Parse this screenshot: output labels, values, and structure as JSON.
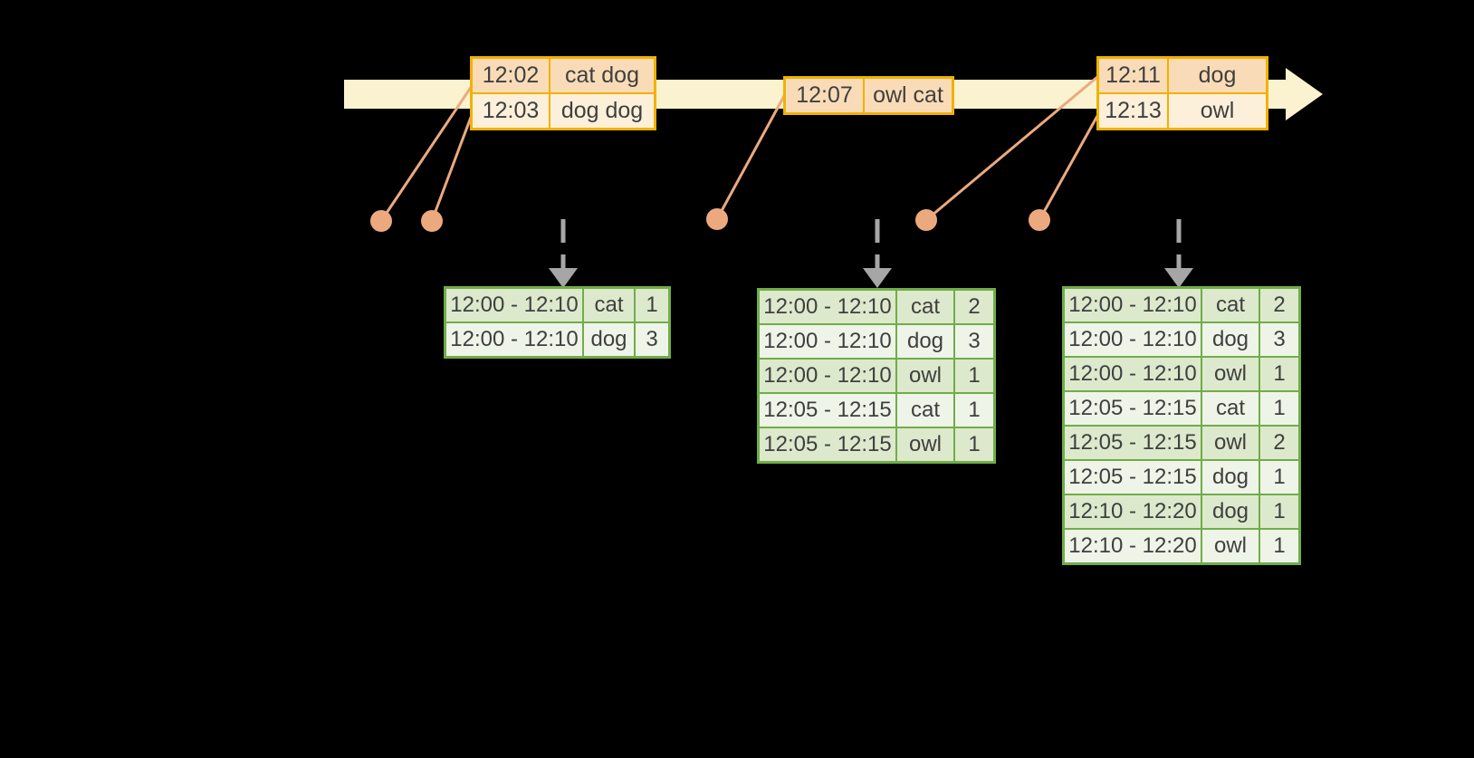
{
  "colors": {
    "gold": "#F2B100",
    "peach-dark": "#F9DCB7",
    "peach-light": "#FDF0DA",
    "band": "#FBF3D0",
    "connector": "#EDA97E",
    "green": "#70AD47",
    "green-dark": "#DCE9CC",
    "green-light": "#EFF4E9",
    "arrow-gray": "#A6A6A6",
    "text": "#3F3F3F",
    "background": "#000000"
  },
  "event_tables": [
    {
      "rows": [
        {
          "time": "12:02",
          "words": "cat dog",
          "fill": "dark"
        },
        {
          "time": "12:03",
          "words": "dog dog",
          "fill": "light"
        }
      ]
    },
    {
      "rows": [
        {
          "time": "12:07",
          "words": "owl cat",
          "fill": "dark"
        }
      ]
    },
    {
      "rows": [
        {
          "time": "12:11",
          "words": "dog",
          "fill": "dark"
        },
        {
          "time": "12:13",
          "words": "owl",
          "fill": "light"
        }
      ]
    }
  ],
  "result_tables": [
    {
      "rows": [
        {
          "window": "12:00 - 12:10",
          "word": "cat",
          "count": "1"
        },
        {
          "window": "12:00 - 12:10",
          "word": "dog",
          "count": "3"
        }
      ]
    },
    {
      "rows": [
        {
          "window": "12:00 - 12:10",
          "word": "cat",
          "count": "2"
        },
        {
          "window": "12:00 - 12:10",
          "word": "dog",
          "count": "3"
        },
        {
          "window": "12:00 - 12:10",
          "word": "owl",
          "count": "1"
        },
        {
          "window": "12:05 - 12:15",
          "word": "cat",
          "count": "1"
        },
        {
          "window": "12:05 - 12:15",
          "word": "owl",
          "count": "1"
        }
      ]
    },
    {
      "rows": [
        {
          "window": "12:00 - 12:10",
          "word": "cat",
          "count": "2"
        },
        {
          "window": "12:00 - 12:10",
          "word": "dog",
          "count": "3"
        },
        {
          "window": "12:00 - 12:10",
          "word": "owl",
          "count": "1"
        },
        {
          "window": "12:05 - 12:15",
          "word": "cat",
          "count": "1"
        },
        {
          "window": "12:05 - 12:15",
          "word": "owl",
          "count": "2"
        },
        {
          "window": "12:05 - 12:15",
          "word": "dog",
          "count": "1"
        },
        {
          "window": "12:10 - 12:20",
          "word": "dog",
          "count": "1"
        },
        {
          "window": "12:10 - 12:20",
          "word": "owl",
          "count": "1"
        }
      ]
    }
  ]
}
